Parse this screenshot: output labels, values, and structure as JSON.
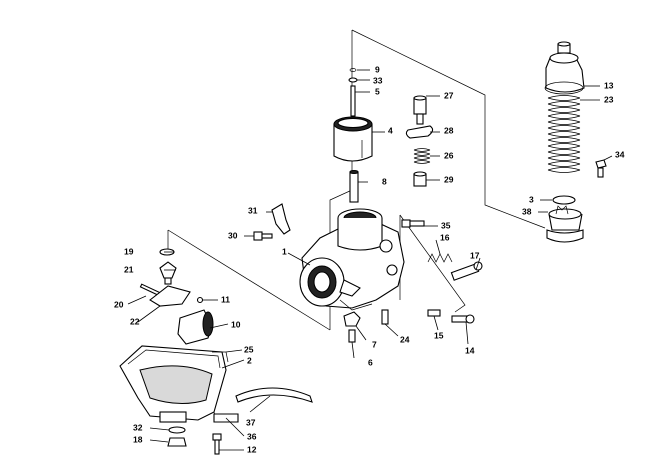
{
  "callouts": [
    {
      "id": "c1",
      "label": "1"
    },
    {
      "id": "c2",
      "label": "2"
    },
    {
      "id": "c3",
      "label": "3"
    },
    {
      "id": "c4",
      "label": "4"
    },
    {
      "id": "c5",
      "label": "5"
    },
    {
      "id": "c6",
      "label": "6"
    },
    {
      "id": "c7",
      "label": "7"
    },
    {
      "id": "c8",
      "label": "8"
    },
    {
      "id": "c9",
      "label": "9"
    },
    {
      "id": "c10",
      "label": "10"
    },
    {
      "id": "c11",
      "label": "11"
    },
    {
      "id": "c12",
      "label": "12"
    },
    {
      "id": "c13",
      "label": "13"
    },
    {
      "id": "c14",
      "label": "14"
    },
    {
      "id": "c15",
      "label": "15"
    },
    {
      "id": "c16",
      "label": "16"
    },
    {
      "id": "c17",
      "label": "17"
    },
    {
      "id": "c18",
      "label": "18"
    },
    {
      "id": "c19",
      "label": "19"
    },
    {
      "id": "c20",
      "label": "20"
    },
    {
      "id": "c21",
      "label": "21"
    },
    {
      "id": "c22",
      "label": "22"
    },
    {
      "id": "c23",
      "label": "23"
    },
    {
      "id": "c24",
      "label": "24"
    },
    {
      "id": "c25",
      "label": "25"
    },
    {
      "id": "c26",
      "label": "26"
    },
    {
      "id": "c27",
      "label": "27"
    },
    {
      "id": "c28",
      "label": "28"
    },
    {
      "id": "c29",
      "label": "29"
    },
    {
      "id": "c30",
      "label": "30"
    },
    {
      "id": "c31",
      "label": "31"
    },
    {
      "id": "c32",
      "label": "32"
    },
    {
      "id": "c33",
      "label": "33"
    },
    {
      "id": "c34",
      "label": "34"
    },
    {
      "id": "c35",
      "label": "35"
    },
    {
      "id": "c36",
      "label": "36"
    },
    {
      "id": "c37",
      "label": "37"
    },
    {
      "id": "c38",
      "label": "38"
    }
  ]
}
